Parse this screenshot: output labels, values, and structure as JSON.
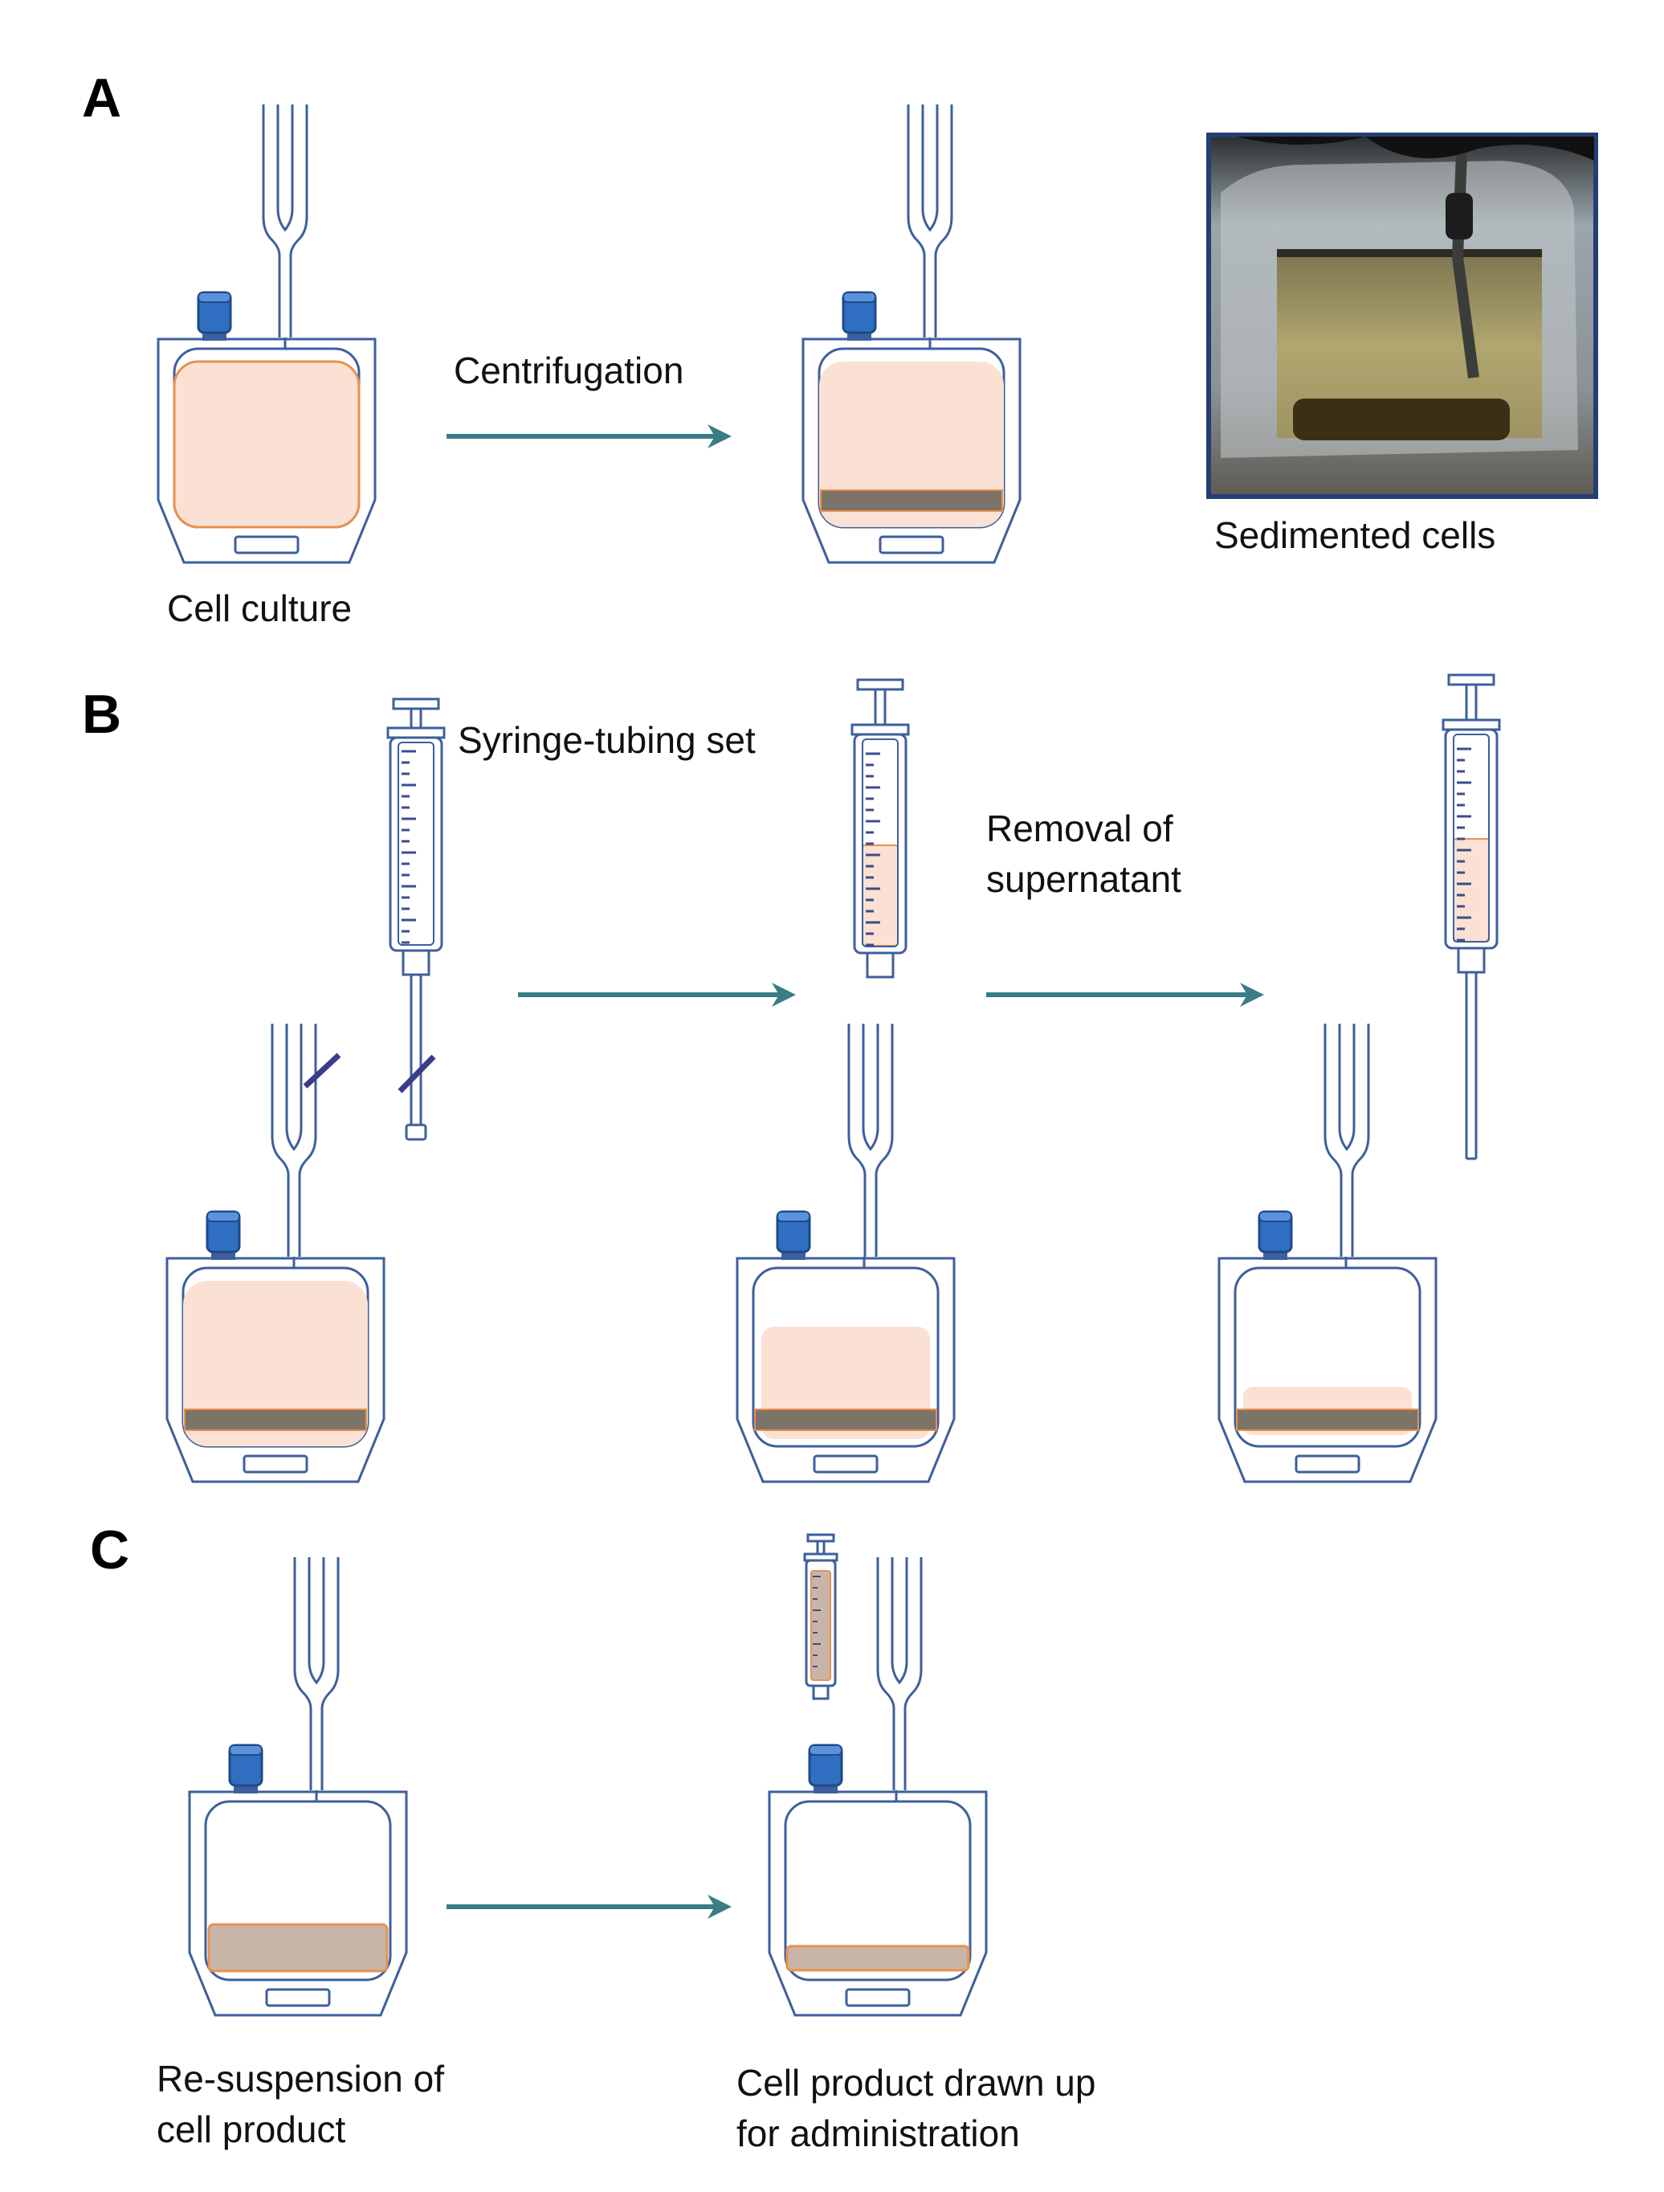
{
  "panels": {
    "a": {
      "label": "A",
      "caption_culture": "Cell culture",
      "caption_centrifugation": "Centrifugation",
      "caption_sedimented": "Sedimented cells"
    },
    "b": {
      "label": "B",
      "caption_syringe_set": "Syringe-tubing set",
      "caption_removal_line1": "Removal of",
      "caption_removal_line2": "supernatant"
    },
    "c": {
      "label": "C",
      "caption_resuspension_line1": "Re-suspension of",
      "caption_resuspension_line2": "cell product",
      "caption_drawn_line1": "Cell product drawn up",
      "caption_drawn_line2": "for administration"
    }
  },
  "colors": {
    "bag_outline": "#3d5f9e",
    "medium_fill": "#fbe1d3",
    "medium_border": "#e8914f",
    "pellet": "#7c7369",
    "resuspended": "#c9b5a8",
    "arrow": "#3a7d86",
    "cap_blue": "#2f6ec0",
    "photo_frame": "#243e74",
    "clamp": "#3a3d8a"
  }
}
